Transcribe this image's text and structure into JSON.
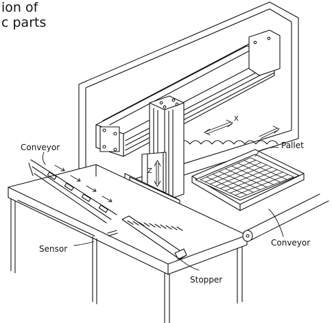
{
  "caption": {
    "line1": "ion of",
    "line2": "c parts"
  },
  "labels": {
    "conveyor_left": "Conveyor",
    "pallet": "Pallet",
    "sensor": "Sensor",
    "stopper": "Stopper",
    "conveyor_right": "Conveyor"
  },
  "axes": {
    "x": "X",
    "z": "Z"
  }
}
